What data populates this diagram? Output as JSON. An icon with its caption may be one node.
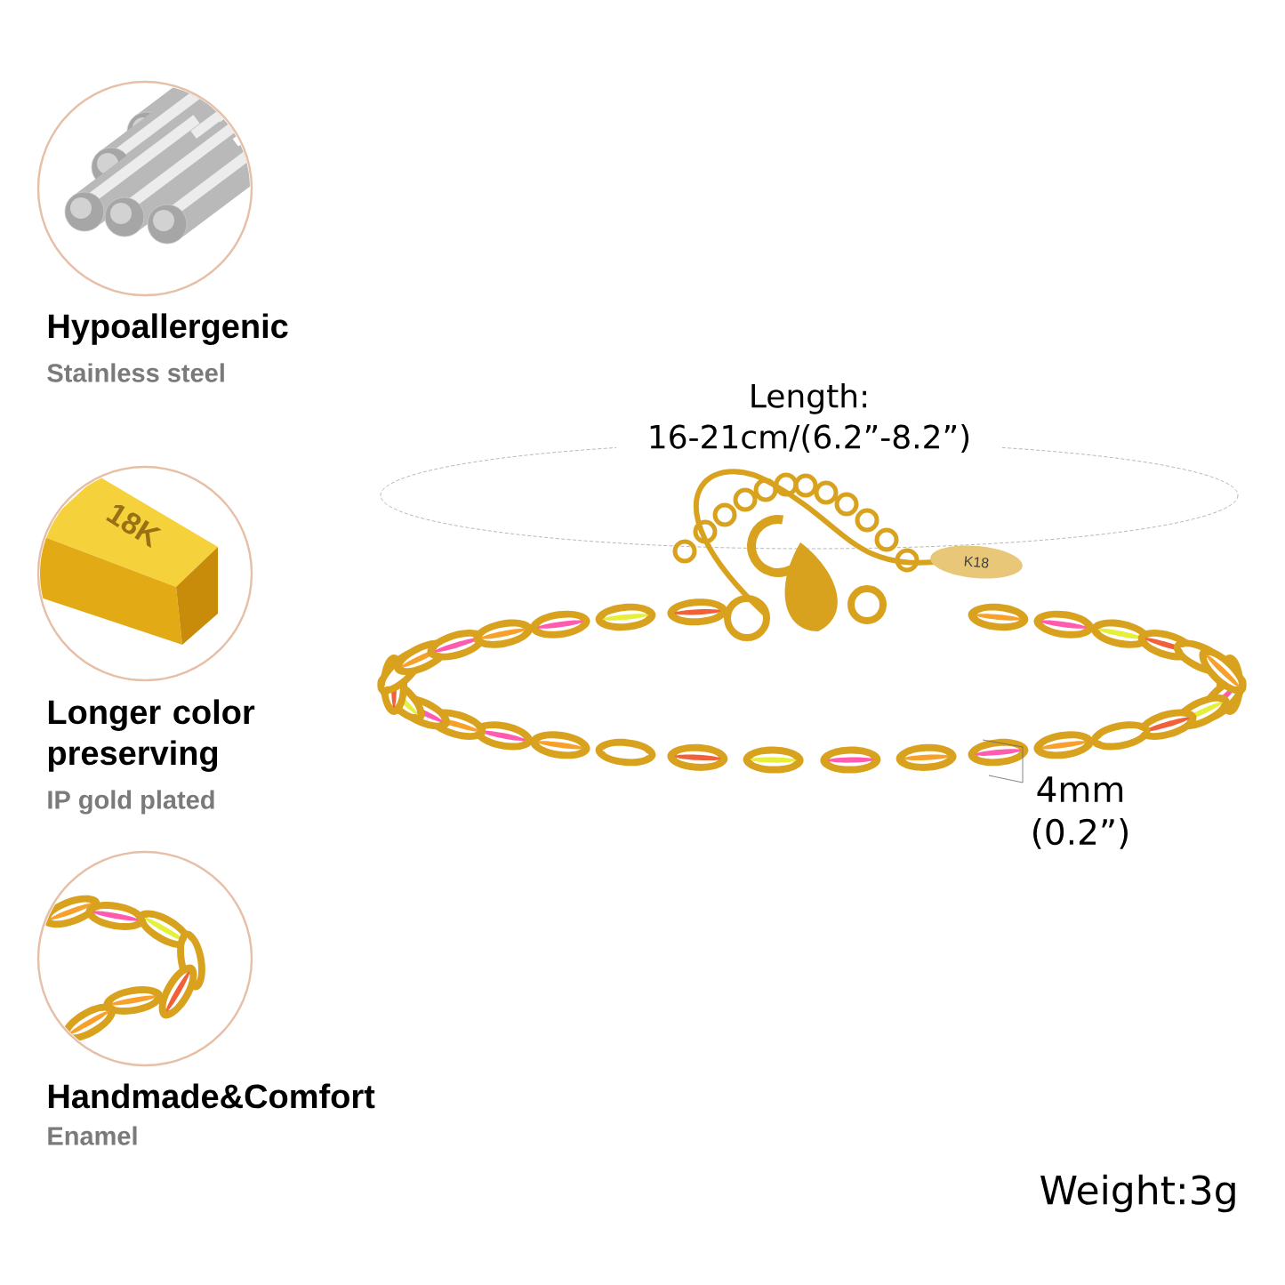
{
  "diagram": {
    "nodes": [
      {
        "text": [
          "Hypoallergenic",
          "Stainless steel"
        ]
      },
      {
        "text": [
          "Longer color preserving",
          "IP gold plated"
        ]
      },
      {
        "text": [
          "Handmade&Comfort",
          "Enamel"
        ]
      }
    ],
    "labels": [
      "18K",
      "Length: 16-21cm/(6.2”-8.2”)",
      "K18",
      "4mm (0.2”)",
      "Weight:3g"
    ]
  }
}
